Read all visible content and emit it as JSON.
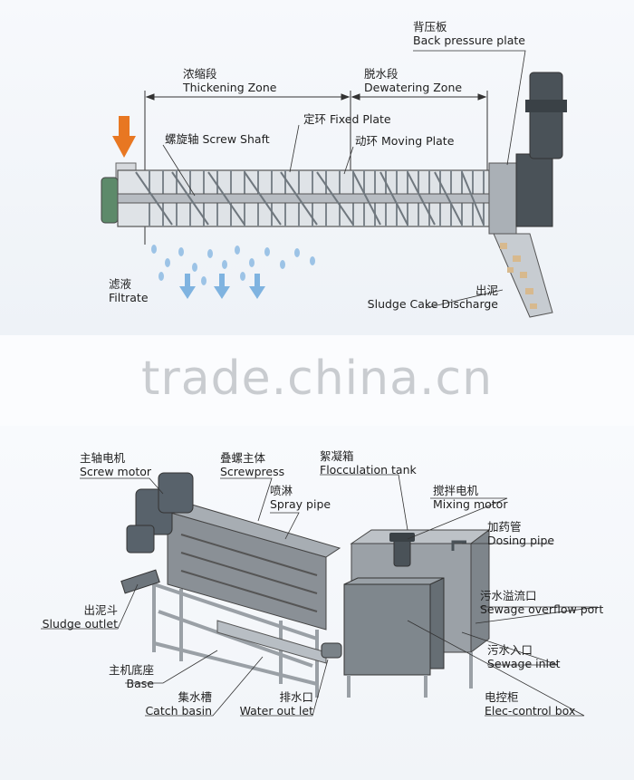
{
  "top": {
    "labels": {
      "back_pressure_plate": {
        "zh": "背压板",
        "en": "Back pressure plate"
      },
      "thickening_zone": {
        "zh": "浓缩段",
        "en": "Thickening Zone"
      },
      "dewatering_zone": {
        "zh": "脱水段",
        "en": "Dewatering Zone"
      },
      "fixed_plate": {
        "zh": "定环",
        "en": "Fixed Plate"
      },
      "screw_shaft": {
        "zh": "螺旋轴",
        "en": "Screw Shaft"
      },
      "moving_plate": {
        "zh": "动环",
        "en": "Moving Plate"
      },
      "filtrate": {
        "zh": "滤液",
        "en": "Filtrate"
      },
      "sludge_cake": {
        "zh": "出泥",
        "en": "Sludge Cake Discharge"
      }
    }
  },
  "watermark": "trade.china.cn",
  "bottom": {
    "labels": {
      "screw_motor": {
        "zh": "主轴电机",
        "en": "Screw motor"
      },
      "screwpress": {
        "zh": "叠螺主体",
        "en": "Screwpress"
      },
      "flocculation_tank": {
        "zh": "絮凝箱",
        "en": "Flocculation tank"
      },
      "spray_pipe": {
        "zh": "喷淋",
        "en": "Spray pipe"
      },
      "mixing_motor": {
        "zh": "搅拌电机",
        "en": "Mixing motor"
      },
      "dosing_pipe": {
        "zh": "加药管",
        "en": "Dosing pipe"
      },
      "sewage_overflow": {
        "zh": "污水溢流口",
        "en": "Sewage overflow port"
      },
      "sludge_outlet": {
        "zh": "出泥斗",
        "en": "Sludge outlet"
      },
      "sewage_inlet": {
        "zh": "污水入口",
        "en": "Sewage inlet"
      },
      "base": {
        "zh": "主机底座",
        "en": "Base"
      },
      "catch_basin": {
        "zh": "集水槽",
        "en": "Catch basin"
      },
      "water_out": {
        "zh": "排水口",
        "en": "Water out let"
      },
      "control_box": {
        "zh": "电控柜",
        "en": "Elec-control box"
      }
    }
  },
  "colors": {
    "arrow": "#e87722",
    "filtrate": "#7fb3e0",
    "machine": "#8a9096",
    "dark": "#4a5258"
  }
}
